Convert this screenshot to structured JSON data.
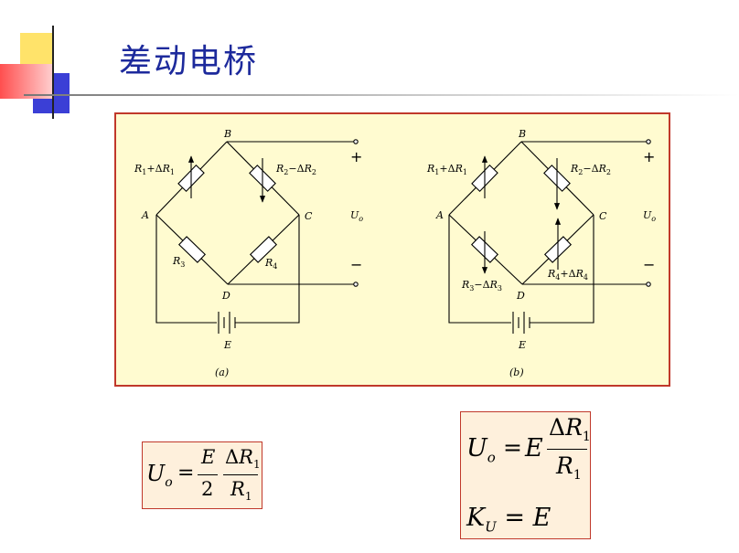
{
  "slide": {
    "title": "差动电桥",
    "colors": {
      "title": "#1d2a9c",
      "panel_bg": "#fffbd0",
      "border": "#c0382a",
      "formula_bg": "#fef0dc"
    }
  },
  "circuit_a": {
    "nodes": {
      "A": "A",
      "B": "B",
      "C": "C",
      "D": "D",
      "E": "E"
    },
    "r1": {
      "label": "R1+ΔR1",
      "base": "R",
      "sub": "1",
      "op": "+",
      "dsub": "1"
    },
    "r2": {
      "label": "R2−ΔR2",
      "base": "R",
      "sub": "2",
      "op": "−",
      "dsub": "2"
    },
    "r3": {
      "label": "R3",
      "base": "R",
      "sub": "3"
    },
    "r4": {
      "label": "R4",
      "base": "R",
      "sub": "4"
    },
    "plus": "+",
    "minus": "−",
    "output": {
      "base": "U",
      "sub": "o"
    },
    "caption": "(a)"
  },
  "circuit_b": {
    "nodes": {
      "A": "A",
      "B": "B",
      "C": "C",
      "D": "D",
      "E": "E"
    },
    "r1": {
      "label": "R1+ΔR1",
      "base": "R",
      "sub": "1",
      "op": "+",
      "dsub": "1"
    },
    "r2": {
      "label": "R2−ΔR2",
      "base": "R",
      "sub": "2",
      "op": "−",
      "dsub": "2"
    },
    "r3": {
      "label": "R3−ΔR3",
      "base": "R",
      "sub": "3",
      "op": "−",
      "dsub": "3"
    },
    "r4": {
      "label": "R4+ΔR4",
      "base": "R",
      "sub": "4",
      "op": "+",
      "dsub": "4"
    },
    "plus": "+",
    "minus": "−",
    "output": {
      "base": "U",
      "sub": "o"
    },
    "caption": "(b)"
  },
  "formulas": {
    "single_arm": {
      "lhs": "U",
      "lhs_sub": "o",
      "eq": "=",
      "num1": "E",
      "den1": "2",
      "num2": "ΔR",
      "num2_sub": "1",
      "den2": "R",
      "den2_sub": "1"
    },
    "half_bridge": {
      "lhs": "U",
      "lhs_sub": "o",
      "eq": "=",
      "coef": "E",
      "num": "ΔR",
      "num_sub": "1",
      "den": "R",
      "den_sub": "1"
    },
    "sensitivity": {
      "lhs": "K",
      "lhs_sub": "U",
      "eq": "=",
      "rhs": "E"
    }
  }
}
